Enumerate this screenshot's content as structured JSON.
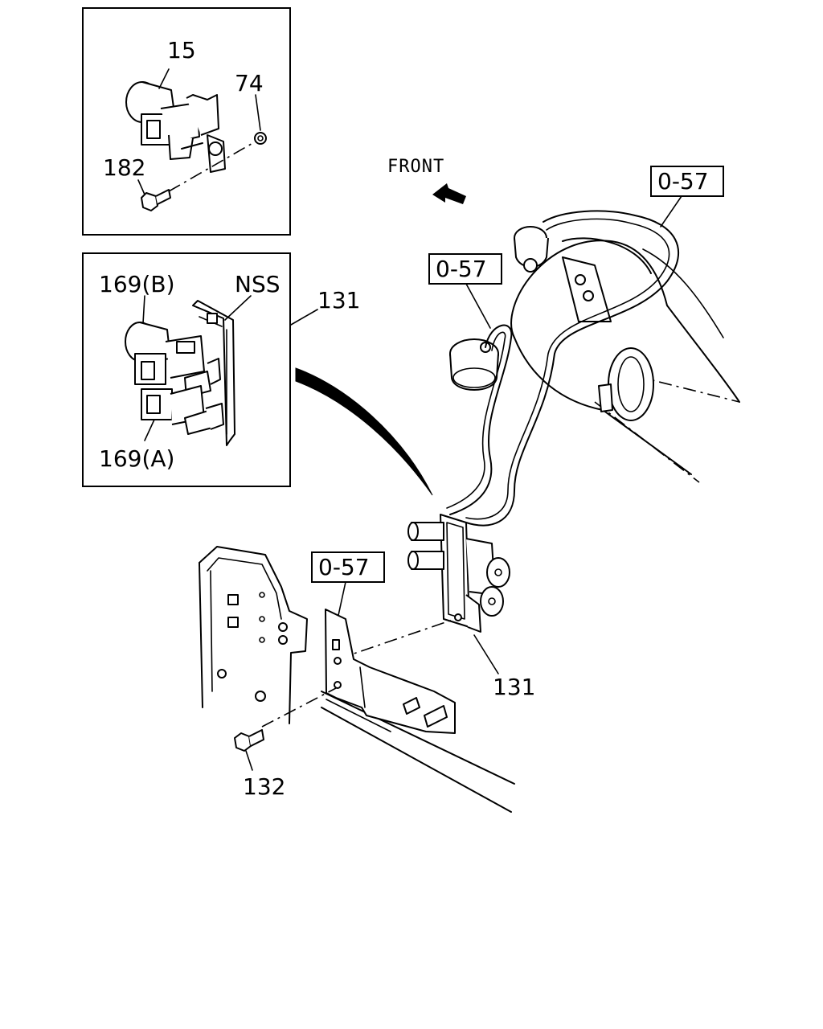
{
  "labels": {
    "p15": "15",
    "p74": "74",
    "p182": "182",
    "front": "FRONT",
    "ref_top_right": "0-57",
    "ref_middle": "0-57",
    "ref_bracket": "0-57",
    "p169b": "169(B)",
    "nss": "NSS",
    "p131_inset": "131",
    "p169a": "169(A)",
    "p131_main": "131",
    "p132": "132"
  }
}
